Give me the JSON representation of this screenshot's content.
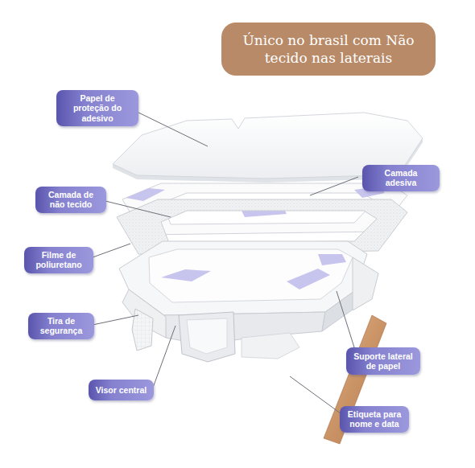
{
  "diagram": {
    "nodes": [
      {
        "text": [
          "Único no brasil com Não tecido nas laterais"
        ]
      },
      {
        "text": [
          "Papel de proteção do adesivo"
        ]
      },
      {
        "text": [
          "Camada adesiva"
        ]
      },
      {
        "text": [
          "Camada de não tecido"
        ]
      },
      {
        "text": [
          "Filme de poliuretano"
        ]
      },
      {
        "text": [
          "Tira de segurança"
        ]
      },
      {
        "text": [
          "Suporte lateral de papel"
        ]
      },
      {
        "text": [
          "Visor central"
        ]
      },
      {
        "text": [
          "Etiqueta para nome e data"
        ]
      }
    ]
  }
}
